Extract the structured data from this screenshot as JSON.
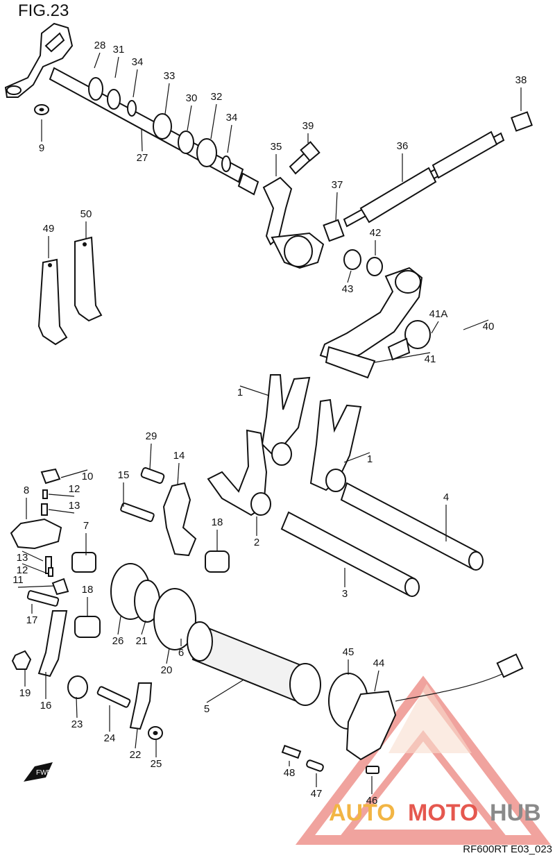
{
  "figure": {
    "title": "FIG.23",
    "code": "RF600RT E03_023"
  },
  "callouts": [
    {
      "text": "28"
    },
    {
      "text": "31"
    },
    {
      "text": "34"
    },
    {
      "text": "33"
    },
    {
      "text": "30"
    },
    {
      "text": "32"
    },
    {
      "text": "34"
    },
    {
      "text": "9"
    },
    {
      "text": "27"
    },
    {
      "text": "39"
    },
    {
      "text": "35"
    },
    {
      "text": "38"
    },
    {
      "text": "36"
    },
    {
      "text": "37"
    },
    {
      "text": "50"
    },
    {
      "text": "49"
    },
    {
      "text": "42"
    },
    {
      "text": "43"
    },
    {
      "text": "41A"
    },
    {
      "text": "40"
    },
    {
      "text": "41"
    },
    {
      "text": "1"
    },
    {
      "text": "1"
    },
    {
      "text": "29"
    },
    {
      "text": "14"
    },
    {
      "text": "10"
    },
    {
      "text": "15"
    },
    {
      "text": "8"
    },
    {
      "text": "12"
    },
    {
      "text": "13"
    },
    {
      "text": "4"
    },
    {
      "text": "18"
    },
    {
      "text": "2"
    },
    {
      "text": "7"
    },
    {
      "text": "13"
    },
    {
      "text": "12"
    },
    {
      "text": "11"
    },
    {
      "text": "18"
    },
    {
      "text": "3"
    },
    {
      "text": "17"
    },
    {
      "text": "26"
    },
    {
      "text": "21"
    },
    {
      "text": "6"
    },
    {
      "text": "19"
    },
    {
      "text": "20"
    },
    {
      "text": "45"
    },
    {
      "text": "44"
    },
    {
      "text": "5"
    },
    {
      "text": "16"
    },
    {
      "text": "23"
    },
    {
      "text": "24"
    },
    {
      "text": "22"
    },
    {
      "text": "25"
    },
    {
      "text": "48"
    },
    {
      "text": "47"
    },
    {
      "text": "46"
    }
  ],
  "badge": {
    "text": "FWD"
  },
  "watermark": {
    "word_a": "AUTO",
    "word_b": "MOTO",
    "word_c": "HUB",
    "color_a": "#f2b544",
    "color_b": "#e5584f",
    "color_c": "#8a8a8a"
  }
}
